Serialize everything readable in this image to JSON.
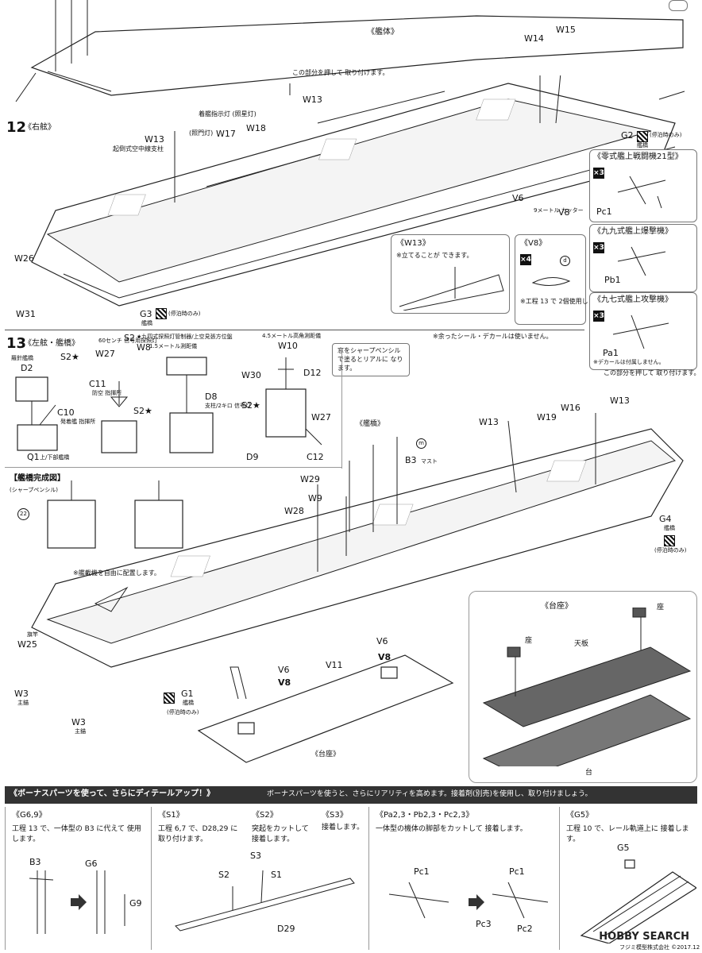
{
  "step12": {
    "ship_label": "《艦体》",
    "number": "12",
    "title": "《右舷》",
    "w14": "W14",
    "w15": "W15",
    "w13a": "W13",
    "w13a_note": "この部分を押して 取り付けます。",
    "w13b": "W13",
    "w13b_note": "起倒式空中線支柱",
    "w17": "W17",
    "w17_note": "(照門灯)",
    "w18": "W18",
    "w18_note": "着艦指示灯 (照星灯)",
    "g2": "G2",
    "g2_note": "(停泊時のみ)",
    "g2_sub": "艦橋",
    "v6": "V6",
    "v8": "V8",
    "cutter": "9メートル カッター",
    "w26": "W26",
    "w31": "W31",
    "g3": "G3",
    "g3_note": "(停泊時のみ)",
    "g3_sub": "艦橋",
    "w13_box_title": "《W13》",
    "w13_box_note": "※立てることが できます。",
    "v8_box_title": "《V8》",
    "v8_box_qty": "×4",
    "v8_box_letter": "d",
    "v8_box_note": "※工程 13 で 2個使用します。"
  },
  "planes": {
    "zero_title": "《零式艦上戦闘機21型》",
    "zero_qty": "×3",
    "zero_part": "Pc1",
    "val_title": "《九九式艦上爆撃機》",
    "val_qty": "×3",
    "val_part": "Pb1",
    "kate_title": "《九七式艦上攻撃機》",
    "kate_qty": "×3",
    "kate_part": "Pa1",
    "decal_note": "※デカールは付属しません。",
    "seal_note": "※余ったシール・デカールは使いません。"
  },
  "step13": {
    "number": "13",
    "title": "《左舷・艦橋》",
    "d2": "D2",
    "d2_note": "羅針艦橋",
    "s2a": "S2★",
    "c10": "C10",
    "c10_note": "発着艦 指揮所",
    "q1": "Q1",
    "q1_note": "上/下部艦橋",
    "c11": "C11",
    "c11_note": "防空 指揮所",
    "s2_top": "S2",
    "s2_top_note": "★九四式探照灯管制器/上空見張方位盤",
    "w27a": "W27",
    "w27a_note": "60センチ 信号用探照灯",
    "w8": "W8",
    "w8_note": "1.5メートル測距儀",
    "s2b": "S2★",
    "d8": "D8",
    "d8_note": "支柱/2キロ 信号灯",
    "w10": "W10",
    "w10_note": "4.5メートル高角測距儀",
    "w30": "W30",
    "d12": "D12",
    "s2c": "S2★",
    "w27b": "W27",
    "d9": "D9",
    "c12": "C12",
    "window_note": "窓をシャープペンシル で塗るとリアルに なります。",
    "complete_title": "【艦橋完成図】",
    "pencil_note": "(シャープペンシル)",
    "marker": "22",
    "bridge_label": "《艦橋》",
    "b3": "B3",
    "b3_note": "マスト",
    "m_mark": "m",
    "w13c": "W13",
    "w19": "W19",
    "w16": "W16",
    "w13d": "W13",
    "w13d_note": "この部分を押して 取り付けます。",
    "w29": "W29",
    "w9": "W9",
    "w28": "W28",
    "g4": "G4",
    "g4_sub": "艦橋",
    "g4_note": "(停泊時のみ)",
    "plane_note": "※艦載機を自由に配置します。",
    "w25": "W25",
    "w25_note": "旗竿",
    "w3a": "W3",
    "w3a_note": "主錨",
    "w3b": "W3",
    "w3b_note": "主錨",
    "g1": "G1",
    "g1_sub": "艦橋",
    "g1_note": "(停泊時のみ)",
    "v6a": "V6",
    "v8a": "V8",
    "v11": "V11",
    "v6b": "V6",
    "v8b": "V8",
    "stand_label": "《台座》"
  },
  "stand": {
    "title": "《台座》",
    "za1": "座",
    "za2": "座",
    "top_plate": "天板",
    "base": "台"
  },
  "bonus": {
    "header": "《ボーナスパーツを使って、さらにディテールアップ！》",
    "header_note": "ボーナスパーツを使うと、さらにリアリティを高めます。接着剤(別売)を使用し、取り付けましょう。",
    "g69_title": "《G6,9》",
    "g69_text": "工程 13 で、一体型の B3 に代えて 使用します。",
    "b3": "B3",
    "g6": "G6",
    "g9": "G9",
    "s1_title": "《S1》",
    "s1_text": "工程 6,7 で、D28,29 に 取り付けます。",
    "s2_title": "《S2》",
    "s2_text": "突起をカットして 接着します。",
    "s3_title": "《S3》",
    "s3_text": "接着します。",
    "s2": "S2",
    "s3": "S3",
    "s1": "S1",
    "d29": "D29",
    "pa_title": "《Pa2,3・Pb2,3・Pc2,3》",
    "pa_text": "一体型の機体の脚部をカットして 接着します。",
    "pc1a": "Pc1",
    "pc1b": "Pc1",
    "pc3": "Pc3",
    "pc2": "Pc2",
    "g5_title": "《G5》",
    "g5_text": "工程 10 で、レール軌道上に 接着します。",
    "g5": "G5"
  },
  "footer": {
    "watermark": "HOBBY SEARCH",
    "copyright": "フジミ模型株式会社 ©2017.12"
  }
}
